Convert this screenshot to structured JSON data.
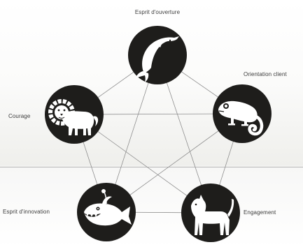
{
  "diagram": {
    "nodes": [
      {
        "id": "dolphin",
        "label": "Esprit d'ouverture",
        "icon": "dolphin-icon"
      },
      {
        "id": "chameleon",
        "label": "Orientation client",
        "icon": "chameleon-icon"
      },
      {
        "id": "lion",
        "label": "Courage",
        "icon": "lion-icon"
      },
      {
        "id": "fish",
        "label": "Esprit d'innovation",
        "icon": "anglerfish-icon"
      },
      {
        "id": "dog",
        "label": "Engagement",
        "icon": "dog-icon"
      }
    ],
    "colors": {
      "circle": "#1e1d1b",
      "line": "#8f8f8f",
      "text": "#3c3c3c",
      "icon": "#ffffff"
    }
  }
}
